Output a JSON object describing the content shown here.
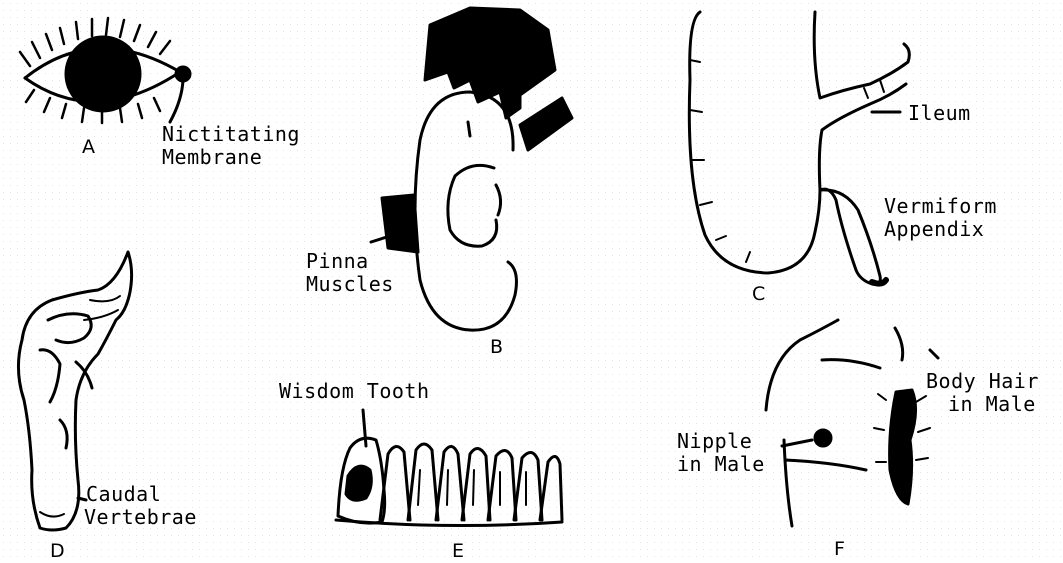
{
  "panels": {
    "a": {
      "letter": "A",
      "label_line1": "Nictitating",
      "label_line2": "Membrane"
    },
    "b": {
      "letter": "B",
      "label_line1": "Pinna",
      "label_line2": "Muscles"
    },
    "c": {
      "letter": "C",
      "ileum": "Ileum",
      "label_line1": "Vermiform",
      "label_line2": "Appendix"
    },
    "d": {
      "letter": "D",
      "label_line1": "Caudal",
      "label_line2": "Vertebrae"
    },
    "e": {
      "letter": "E",
      "label": "Wisdom Tooth"
    },
    "f": {
      "letter": "F",
      "nipple_line1": "Nipple",
      "nipple_line2": "in Male",
      "hair_line1": "Body Hair",
      "hair_line2": "in Male"
    }
  },
  "colors": {
    "ink": "#000000",
    "paper": "#ffffff"
  }
}
